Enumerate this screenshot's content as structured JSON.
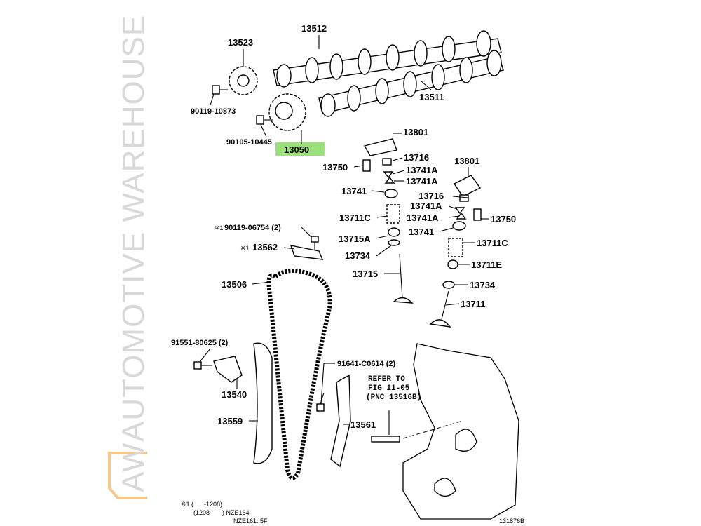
{
  "diagram": {
    "highlight_color": "#9be07a",
    "watermark": {
      "logo": "AW",
      "text": "AUTOMOTIVE WAREHOUSE",
      "logo_color": "#f5c98a"
    },
    "labels": {
      "p13523": "13523",
      "p13512": "13512",
      "p13511": "13511",
      "p90119_10873": "90119-10873",
      "p90105_10445": "90105-10445",
      "p13050": "13050",
      "p13801a": "13801",
      "p13716a": "13716",
      "p13750a": "13750",
      "p13741Aa": "13741A",
      "p13741Ab": "13741A",
      "p13801b": "13801",
      "p13741a": "13741",
      "p13716b": "13716",
      "p13741Ac": "13741A",
      "p13711Ca": "13711C",
      "p13741Ad": "13741A",
      "p13750b": "13750",
      "p13741b": "13741",
      "p13715A": "13715A",
      "p13711Cb": "13711C",
      "p13734a": "13734",
      "p13711E": "13711E",
      "p13715": "13715",
      "p13734b": "13734",
      "p13711": "13711",
      "p90119_06754": "90119-06754 (2)",
      "p13562": "13562",
      "mark1": "※1",
      "mark2": "※1",
      "p13506": "13506",
      "p91551": "91551-80625 (2)",
      "p91641": "91641-C0614 (2)",
      "p13540": "13540",
      "p13559": "13559",
      "p13561": "13561",
      "refer1": "REFER TO",
      "refer2": "FIG 11-05",
      "refer3": "(PNC 13516B)",
      "figure_id": "131876B"
    },
    "notes": {
      "line1": "※1 (      -1208)",
      "line2": "(1208-      ) NZE164",
      "line3": "NZE161..5F"
    }
  }
}
